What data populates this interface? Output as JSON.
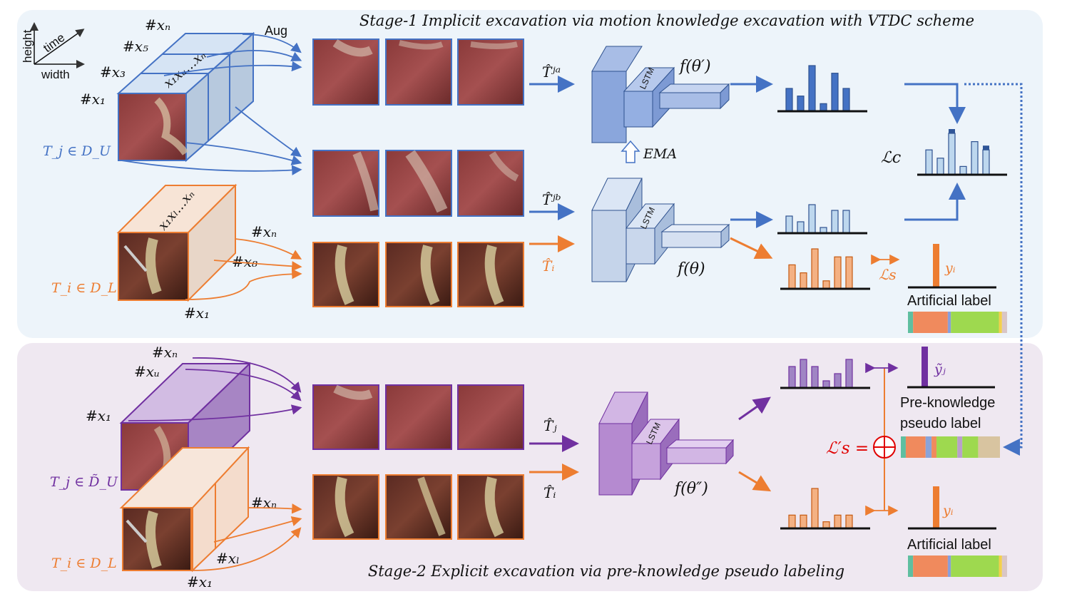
{
  "stage1": {
    "title": "Stage-1 Implicit excavation via motion knowledge excavation with VTDC scheme",
    "axes": {
      "height": "height",
      "time": "time",
      "width": "width"
    },
    "aug": "Aug",
    "unlabeled_set": "T_j ∈ D_U",
    "labeled_set": "T_i ∈ D_L",
    "frames_u": {
      "x1": "#x₁",
      "x3": "#x₃",
      "x5": "#x₅",
      "xn": "#xₙ",
      "seq": "x₁xᵤ…xₙ"
    },
    "frames_l": {
      "xn": "#xₙ",
      "x8": "#x₈",
      "x1": "#x₁",
      "seq": "x₁xₗ…xₙ"
    },
    "input_a": "T̂ʲᵃ",
    "input_b": "T̂ʲᵇ",
    "input_i": "T̂ᵢ",
    "model_teacher": "f(θ′)",
    "model_student": "f(θ)",
    "lstm": "LSTM",
    "ema": "EMA",
    "loss_c": "ℒc",
    "loss_s": "ℒs",
    "label_y": "yᵢ",
    "artificial_label": "Artificial label"
  },
  "stage2": {
    "title": "Stage-2 Explicit excavation via pre-knowledge pseudo labeling",
    "unlabeled_set": "T_j ∈ D̃_U",
    "labeled_set": "T_i ∈ D_L",
    "frames_u": {
      "xn": "#xₙ",
      "xu": "#xᵤ",
      "x1": "#x₁"
    },
    "frames_l": {
      "xn": "#xₙ",
      "xl": "#xₗ",
      "x1": "#x₁"
    },
    "input_j": "T̂ⱼ",
    "input_i": "T̂ᵢ",
    "model": "f(θ″)",
    "lstm": "LSTM",
    "loss_s_prime": "ℒ′s =",
    "pseudo_y": "ỹⱼ",
    "pseudo_label_line1": "Pre-knowledge",
    "pseudo_label_line2": "pseudo label",
    "label_y": "yᵢ",
    "artificial_label": "Artificial label"
  },
  "colors": {
    "stage1_bg": "#edf4fa",
    "stage2_bg": "#efe8f1",
    "blue": "#4472c4",
    "light_blue": "#bdd7ee",
    "orange": "#ed7d31",
    "purple": "#7030a0",
    "red": "#e00000"
  },
  "histograms": {
    "teacher": [
      3,
      2,
      6,
      1,
      5,
      3
    ],
    "student": [
      3,
      2,
      5,
      1,
      4,
      4
    ],
    "labeled_pred": [
      3,
      2,
      5,
      1,
      4,
      4
    ],
    "consistency": [
      3,
      2,
      5,
      1,
      4,
      3
    ],
    "stage2_unlabeled": [
      3,
      4,
      3,
      1,
      2,
      4
    ],
    "stage2_labeled": [
      2,
      2,
      6,
      1,
      2,
      2
    ]
  },
  "label_strip": [
    {
      "color": "#5fbfa0",
      "value": 0.05
    },
    {
      "color": "#f08a5d",
      "value": 0.34
    },
    {
      "color": "#8a9fd8",
      "value": 0.03
    },
    {
      "color": "#9ed94f",
      "value": 0.47
    },
    {
      "color": "#f2d04b",
      "value": 0.03
    },
    {
      "color": "#d9c6c6",
      "value": 0.05
    }
  ],
  "pseudo_strip": [
    {
      "color": "#5fbfa0",
      "value": 0.05
    },
    {
      "color": "#f08a5d",
      "value": 0.2
    },
    {
      "color": "#8aa3d8",
      "value": 0.06
    },
    {
      "color": "#f08a5d",
      "value": 0.05
    },
    {
      "color": "#9ed94f",
      "value": 0.21
    },
    {
      "color": "#b9a0c9",
      "value": 0.05
    },
    {
      "color": "#9ed94f",
      "value": 0.16
    },
    {
      "color": "#d8c4a0",
      "value": 0.22
    }
  ]
}
